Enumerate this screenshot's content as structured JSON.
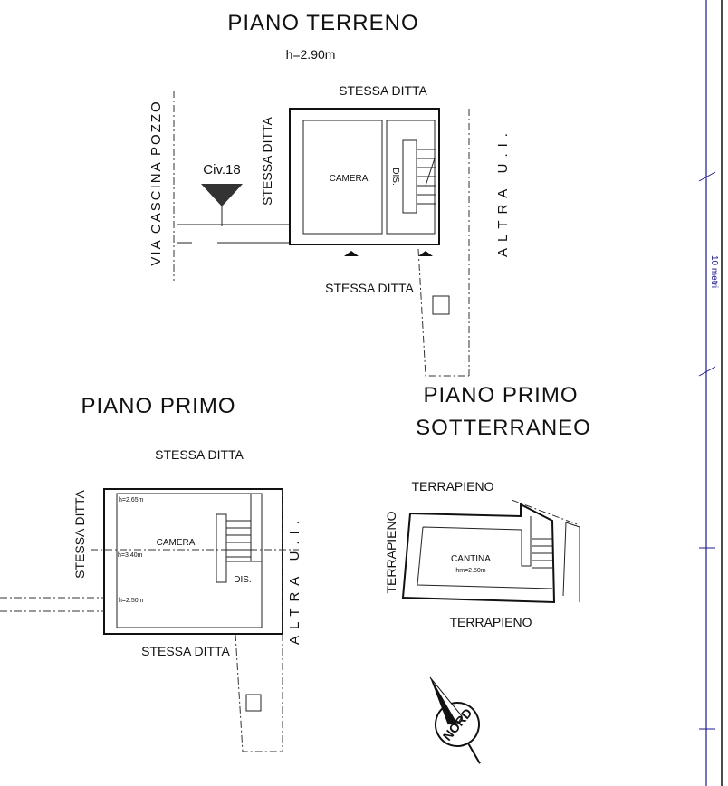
{
  "ground_floor": {
    "title": "PIANO TERRENO",
    "height": "h=2.90m",
    "label_top": "STESSA DITTA",
    "label_left": "STESSA DITTA",
    "label_bottom": "STESSA DITTA",
    "label_right": "ALTRA U.I.",
    "street": "VIA CASCINA POZZO",
    "civic": "Civ.18",
    "rooms": [
      "CAMERA",
      "DIS."
    ]
  },
  "first_floor": {
    "title": "PIANO PRIMO",
    "label_top": "STESSA DITTA",
    "label_left": "STESSA DITTA",
    "label_bottom": "STESSA DITTA",
    "label_right": "ALTRA U.I.",
    "rooms": [
      "CAMERA",
      "DIS."
    ],
    "heights": [
      "h=2.65m",
      "h=3.40m",
      "h=2.50m"
    ]
  },
  "basement": {
    "title_line1": "PIANO PRIMO",
    "title_line2": "SOTTERRANEO",
    "label_top": "TERRAPIENO",
    "label_left": "TERRAPIENO",
    "label_bottom": "TERRAPIENO",
    "room": "CANTINA",
    "height": "hm=2.50m"
  },
  "north_arrow": {
    "label": "NORD"
  },
  "scale_bar": {
    "label": "10 metri",
    "color": "#1a1a8c"
  }
}
